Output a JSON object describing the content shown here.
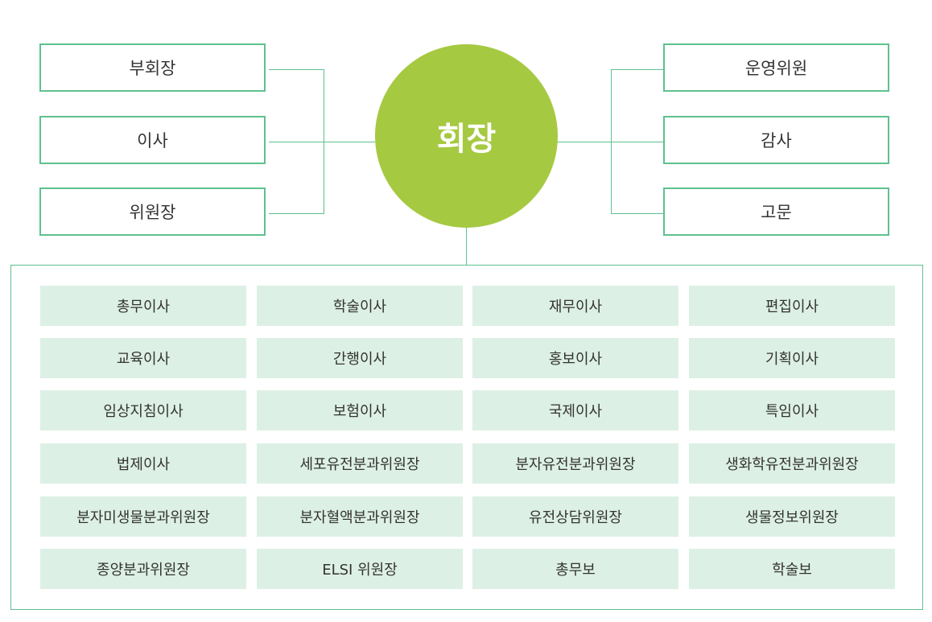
{
  "president": "회장",
  "left_roles": [
    "부회장",
    "이사",
    "위원장"
  ],
  "right_roles": [
    "운영위원",
    "감사",
    "고문"
  ],
  "board_members": [
    "총무이사",
    "학술이사",
    "재무이사",
    "편집이사",
    "교육이사",
    "간행이사",
    "홍보이사",
    "기획이사",
    "임상지침이사",
    "보험이사",
    "국제이사",
    "특임이사",
    "법제이사",
    "세포유전분과위원장",
    "분자유전분과위원장",
    "생화학유전분과위원장",
    "분자미생물분과위원장",
    "분자혈액분과위원장",
    "유전상담위원장",
    "생물정보위원장",
    "종양분과위원장",
    "ELSI 위원장",
    "총무보",
    "학술보"
  ],
  "colors": {
    "accent": "#a6c942",
    "border": "#5fc08f",
    "cell_bg": "#ddf0e5"
  }
}
